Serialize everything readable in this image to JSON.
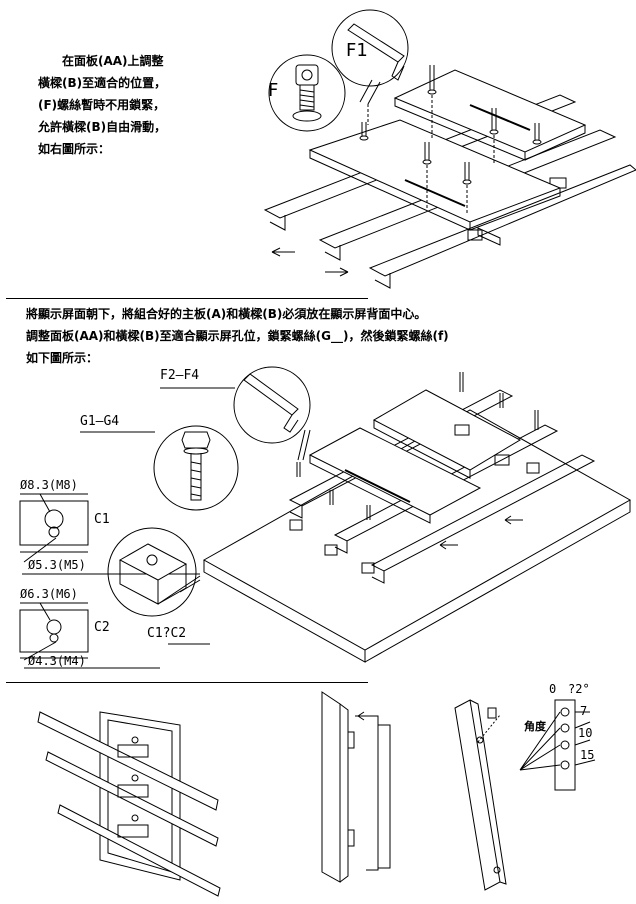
{
  "step1": {
    "lines": [
      "在面板(AA)上調整",
      "橫樑(B)至適合的位置，",
      "(F)螺絲暫時不用鎖緊，",
      "允許橫樑(B)自由滑動，",
      "如右圖所示："
    ],
    "label_f": "F",
    "label_f1": "F1"
  },
  "step2": {
    "lines": [
      "將顯示屏面朝下，將組合好的主板(A)和橫樑(B)必須放在顯示屏背面中心。",
      "調整面板(AA)和橫樑(B)至適合顯示屏孔位，鎖緊螺絲(G__)，然後鎖緊螺絲(f)",
      "如下圖所示："
    ],
    "label_f2f4": "F2—F4",
    "label_g1g4": "G1—G4",
    "c1": {
      "top": "Ø8.3(M8)",
      "bottom": "Ø5.3(M5)",
      "name": "C1"
    },
    "c2": {
      "top": "Ø6.3(M6)",
      "bottom": "Ø4.3(M4)",
      "name": "C2"
    },
    "label_c1c2": "C1?C2"
  },
  "step3": {
    "angle_title": "角度",
    "angles": [
      "0",
      "?2°",
      "7",
      "10",
      "15"
    ]
  }
}
